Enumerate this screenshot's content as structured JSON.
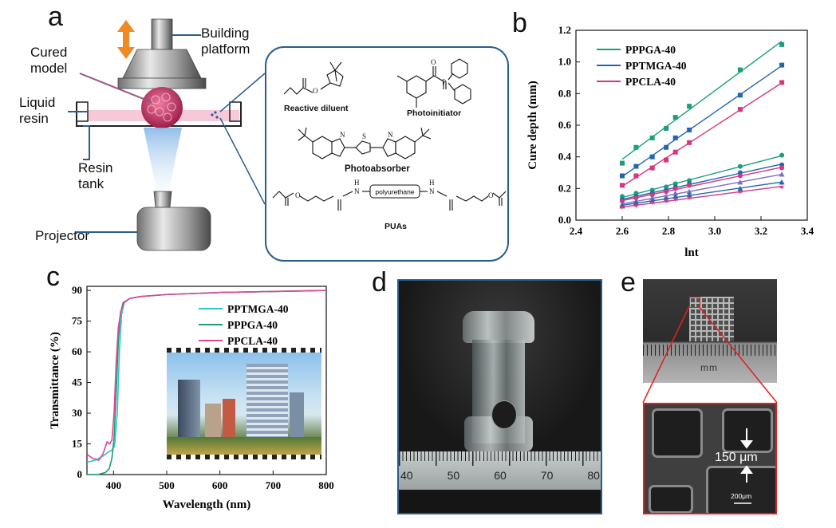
{
  "panels": {
    "a": {
      "label": "a",
      "annotations": {
        "building_platform": [
          "Building",
          "platform"
        ],
        "cured_model": [
          "Cured",
          "model"
        ],
        "liquid_resin": [
          "Liquid",
          "resin"
        ],
        "resin_tank": [
          "Resin",
          "tank"
        ],
        "projector": "Projector"
      },
      "chemicals": {
        "reactive_diluent": "Reactive diluent",
        "photoinitiator": "Photoinitiator",
        "photoabsorber": "Photoabsorber",
        "puas": "PUAs",
        "polyurethane": "polyurethane",
        "atoms": {
          "O": "O",
          "N": "N",
          "H": "H",
          "S": "S",
          "P": "P"
        }
      }
    },
    "b": {
      "label": "b"
    },
    "c": {
      "label": "c"
    },
    "d": {
      "label": "d",
      "ruler_numbers": [
        "40",
        "50",
        "60",
        "70",
        "80"
      ]
    },
    "e": {
      "label": "e",
      "ruler_unit": "mm",
      "dimension": "150 μm",
      "scale_bar": "200μm"
    }
  },
  "chart_data": [
    {
      "panel": "b",
      "type": "scatter",
      "xlabel": "lnt",
      "ylabel": "Cure depth (mm)",
      "xlim": [
        2.4,
        3.4
      ],
      "ylim": [
        0.0,
        1.2
      ],
      "xticks": [
        "2.4",
        "2.6",
        "2.8",
        "3.0",
        "3.2",
        "3.4"
      ],
      "yticks": [
        "0.0",
        "0.2",
        "0.4",
        "0.6",
        "0.8",
        "1.0",
        "1.2"
      ],
      "legend": [
        "PPPGA-40",
        "PPTMGA-40",
        "PPCLA-40"
      ],
      "legend_position": "top-left",
      "colors": {
        "PPPGA-40": "#1a9e7c",
        "PPTMGA-40": "#2167ad",
        "PPCLA-40": "#d6357f",
        "extra": "#7b6fc2"
      },
      "x": [
        2.6,
        2.66,
        2.73,
        2.79,
        2.83,
        2.89,
        3.11,
        3.29
      ],
      "series": [
        {
          "name": "PPPGA-40",
          "marker": "square",
          "values": [
            0.36,
            0.46,
            0.52,
            0.58,
            0.65,
            0.72,
            0.95,
            1.11
          ]
        },
        {
          "name": "PPTMGA-40",
          "marker": "square",
          "values": [
            0.28,
            0.34,
            0.4,
            0.46,
            0.52,
            0.57,
            0.79,
            0.98
          ]
        },
        {
          "name": "PPCLA-40",
          "marker": "square",
          "values": [
            0.22,
            0.28,
            0.33,
            0.38,
            0.43,
            0.49,
            0.7,
            0.87
          ]
        },
        {
          "marker": "circle",
          "color_key": "PPPGA-40",
          "values": [
            0.15,
            0.17,
            0.19,
            0.21,
            0.23,
            0.25,
            0.34,
            0.41
          ]
        },
        {
          "marker": "circle",
          "color_key": "PPTMGA-40",
          "values": [
            0.13,
            0.15,
            0.17,
            0.19,
            0.21,
            0.23,
            0.3,
            0.35
          ]
        },
        {
          "marker": "circle",
          "color_key": "PPCLA-40",
          "values": [
            0.12,
            0.14,
            0.16,
            0.18,
            0.2,
            0.22,
            0.28,
            0.33
          ]
        },
        {
          "marker": "triangle",
          "color_key": "extra",
          "values": [
            0.1,
            0.12,
            0.14,
            0.15,
            0.17,
            0.18,
            0.24,
            0.29
          ]
        },
        {
          "marker": "triangle",
          "color_key": "PPTMGA-40",
          "values": [
            0.09,
            0.11,
            0.12,
            0.13,
            0.15,
            0.16,
            0.2,
            0.24
          ]
        },
        {
          "marker": "star",
          "color_key": "PPCLA-40",
          "values": [
            0.08,
            0.09,
            0.11,
            0.12,
            0.13,
            0.14,
            0.18,
            0.21
          ]
        }
      ]
    },
    {
      "panel": "c",
      "type": "line",
      "xlabel": "Wavelength (nm)",
      "ylabel": "Transmittance (%)",
      "xlim": [
        350,
        800
      ],
      "ylim": [
        0,
        92
      ],
      "xticks": [
        "400",
        "500",
        "600",
        "700",
        "800"
      ],
      "yticks": [
        "0",
        "15",
        "30",
        "45",
        "60",
        "75",
        "90"
      ],
      "legend": [
        "PPTMGA-40",
        "PPPGA-40",
        "PPCLA-40"
      ],
      "legend_position": "top-right",
      "series": [
        {
          "name": "PPTMGA-40",
          "color": "#2cc7c7",
          "x": [
            350,
            365,
            380,
            390,
            397,
            402,
            407,
            411,
            415,
            420,
            430,
            450,
            500,
            600,
            700,
            800
          ],
          "y": [
            6,
            7,
            9,
            11,
            12,
            14,
            30,
            60,
            78,
            84,
            86,
            87,
            88,
            89,
            89.5,
            90
          ]
        },
        {
          "name": "PPPGA-40",
          "color": "#1f9e6c",
          "x": [
            350,
            370,
            385,
            392,
            397,
            401,
            405,
            409,
            413,
            418,
            430,
            450,
            500,
            600,
            700,
            800
          ],
          "y": [
            0,
            0,
            1,
            3,
            8,
            18,
            40,
            65,
            79,
            84,
            86,
            87,
            88,
            89,
            89.5,
            90
          ]
        },
        {
          "name": "PPCLA-40",
          "color": "#e0459a",
          "x": [
            350,
            360,
            372,
            380,
            388,
            393,
            397,
            401,
            405,
            409,
            414,
            420,
            430,
            450,
            500,
            600,
            700,
            800
          ],
          "y": [
            10,
            8,
            7,
            10,
            16,
            15,
            17,
            30,
            55,
            72,
            80,
            84,
            86,
            87,
            88,
            89,
            89.5,
            90
          ]
        }
      ]
    }
  ]
}
